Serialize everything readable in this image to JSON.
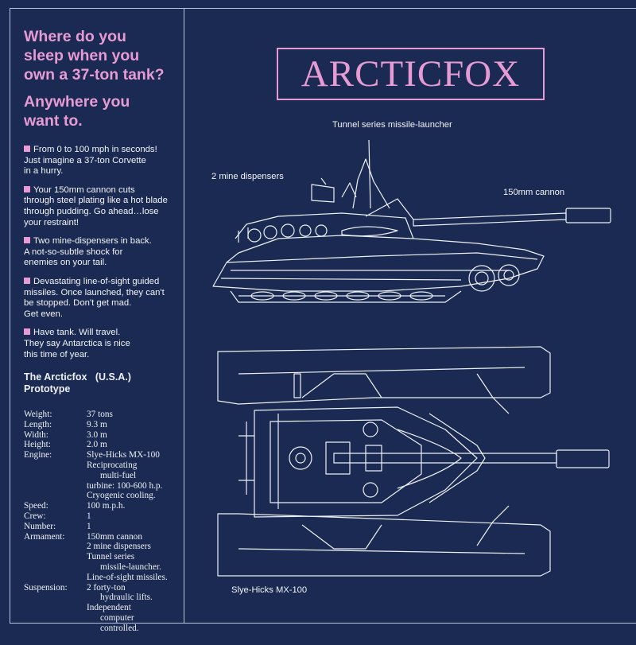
{
  "headline": {
    "line1": "Where do you",
    "line2": "sleep when you",
    "line3": "own a 37-ton tank?",
    "sub1": "Anywhere you",
    "sub2": "want to."
  },
  "bullets": [
    {
      "lines": [
        "From 0 to 100 mph in seconds!",
        "Just imagine a 37-ton Corvette",
        "in a hurry."
      ]
    },
    {
      "lines": [
        "Your 150mm cannon cuts",
        "through steel plating like a hot blade",
        "through pudding. Go ahead…lose",
        "your restraint!"
      ]
    },
    {
      "lines": [
        "Two mine-dispensers in back.",
        "A not-so-subtle shock for",
        "enemies on your tail."
      ]
    },
    {
      "lines": [
        "Devastating line-of-sight guided",
        "missiles. Once launched, they can't",
        "be stopped. Don't get mad.",
        "Get even."
      ]
    },
    {
      "lines": [
        "Have tank. Will travel.",
        "They say Antarctica is nice",
        "this time of year."
      ]
    }
  ],
  "spec_title": {
    "line1": "The Arcticfox   (U.S.A.)",
    "line2": "Prototype"
  },
  "specs": [
    {
      "key": "Weight:",
      "lines": [
        "37 tons"
      ]
    },
    {
      "key": "Length:",
      "lines": [
        "9.3 m"
      ]
    },
    {
      "key": "Width:",
      "lines": [
        "3.0 m"
      ]
    },
    {
      "key": "Height:",
      "lines": [
        "2.0 m"
      ]
    },
    {
      "key": "Engine:",
      "lines": [
        "Slye-Hicks MX-100",
        "Reciprocating",
        "  multi-fuel",
        "turbine: 100-600 h.p.",
        "Cryogenic cooling."
      ]
    },
    {
      "key": "Speed:",
      "lines": [
        "100 m.p.h."
      ]
    },
    {
      "key": "Crew:",
      "lines": [
        "1"
      ]
    },
    {
      "key": "Number:",
      "lines": [
        "1"
      ]
    },
    {
      "key": "Armament:",
      "lines": [
        "150mm cannon",
        "2 mine dispensers",
        "Tunnel series",
        "  missile-launcher.",
        "Line-of-sight missiles."
      ]
    },
    {
      "key": "Suspension:",
      "lines": [
        "2 forty-ton",
        "  hydraulic lifts.",
        "Independent",
        "  computer",
        "  controlled."
      ]
    }
  ],
  "logo": "ARCTICFOX",
  "callouts": {
    "missile_launcher": "Tunnel series missile-launcher",
    "mine_dispensers": "2 mine dispensers",
    "cannon": "150mm cannon",
    "engine": "Slye-Hicks MX-100"
  },
  "colors": {
    "background": "#1b2a52",
    "accent_pink": "#e79bd4",
    "line": "#eef0f6"
  }
}
